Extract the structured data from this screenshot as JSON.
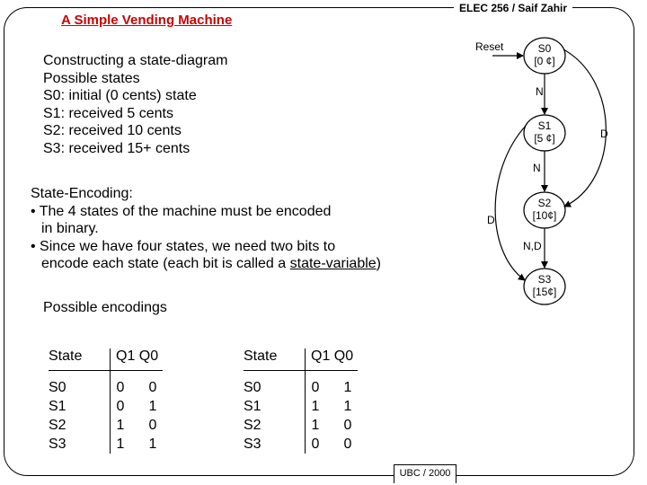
{
  "header": {
    "course": "ELEC 256 / Saif Zahir",
    "title": "A Simple Vending Machine"
  },
  "intro": [
    "Constructing a state-diagram",
    "Possible states",
    "S0: initial (0 cents) state",
    "S1: received 5 cents",
    "S2: received 10 cents",
    "S3: received 15+ cents"
  ],
  "encoding": {
    "heading": "State-Encoding:",
    "b1_line1": "• The 4 states of the machine must be encoded",
    "b1_line2": "in binary.",
    "b2_line1": "• Since we have four states, we need two bits to",
    "b2_line2_pre": "encode each state (each bit is called a ",
    "b2_line2_link": "state-variable",
    "b2_line2_post": ")"
  },
  "possible_encodings": "Possible encodings",
  "table_left": {
    "header_state": "State",
    "header_q": "Q1  Q0",
    "rows": [
      {
        "s": "S0",
        "q1": "0",
        "q0": "0"
      },
      {
        "s": "S1",
        "q1": "0",
        "q0": "1"
      },
      {
        "s": "S2",
        "q1": "1",
        "q0": "0"
      },
      {
        "s": "S3",
        "q1": "1",
        "q0": "1"
      }
    ]
  },
  "table_right": {
    "header_state": "State",
    "header_q": "Q1  Q0",
    "rows": [
      {
        "s": "S0",
        "q1": "0",
        "q0": "1"
      },
      {
        "s": "S1",
        "q1": "1",
        "q0": "1"
      },
      {
        "s": "S2",
        "q1": "1",
        "q0": "0"
      },
      {
        "s": "S3",
        "q1": "0",
        "q0": "0"
      }
    ]
  },
  "diagram": {
    "states": [
      {
        "name": "S0",
        "value": "[0 ¢]"
      },
      {
        "name": "S1",
        "value": "[5 ¢]"
      },
      {
        "name": "S2",
        "value": "[10¢]"
      },
      {
        "name": "S3",
        "value": "[15¢]"
      }
    ],
    "reset": "Reset",
    "t_s0_s1": "N",
    "t_s1_s2": "N",
    "t_s2_s3": "N,D",
    "t_s0_s2": "D",
    "t_s1_s3": "D"
  },
  "footer": "UBC / 2000"
}
